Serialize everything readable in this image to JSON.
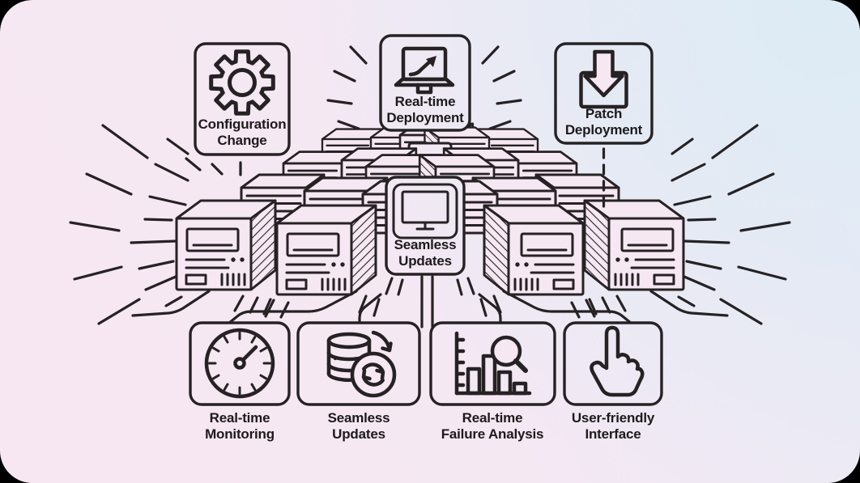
{
  "diagram": {
    "top_cards": [
      {
        "line1": "Configuration",
        "line2": "Change",
        "icon": "gear-icon"
      },
      {
        "line1": "Real-time",
        "line2": "Deployment",
        "icon": "laptop-growth-icon"
      },
      {
        "line1": "Patch",
        "line2": "Deployment",
        "icon": "download-tray-icon"
      }
    ],
    "center_card": {
      "line1": "Seamless",
      "line2": "Updates",
      "icon": "monitor-icon"
    },
    "bottom_cards": [
      {
        "line1": "Real-time",
        "line2": "Monitoring",
        "icon": "gauge-icon"
      },
      {
        "line1": "Seamless",
        "line2": "Updates",
        "icon": "database-refresh-icon"
      },
      {
        "line1": "Real-time",
        "line2": "Failure Analysis",
        "icon": "bar-chart-magnifier-icon"
      },
      {
        "line1": "User-friendly",
        "line2": "Interface",
        "icon": "pointing-hand-icon"
      }
    ],
    "colors": {
      "stroke": "#262224",
      "text": "#1d1a1b",
      "bg_pink": "#f7e7f2",
      "bg_blue": "#dcebf5",
      "bg_lavender": "#eaebf5"
    }
  }
}
